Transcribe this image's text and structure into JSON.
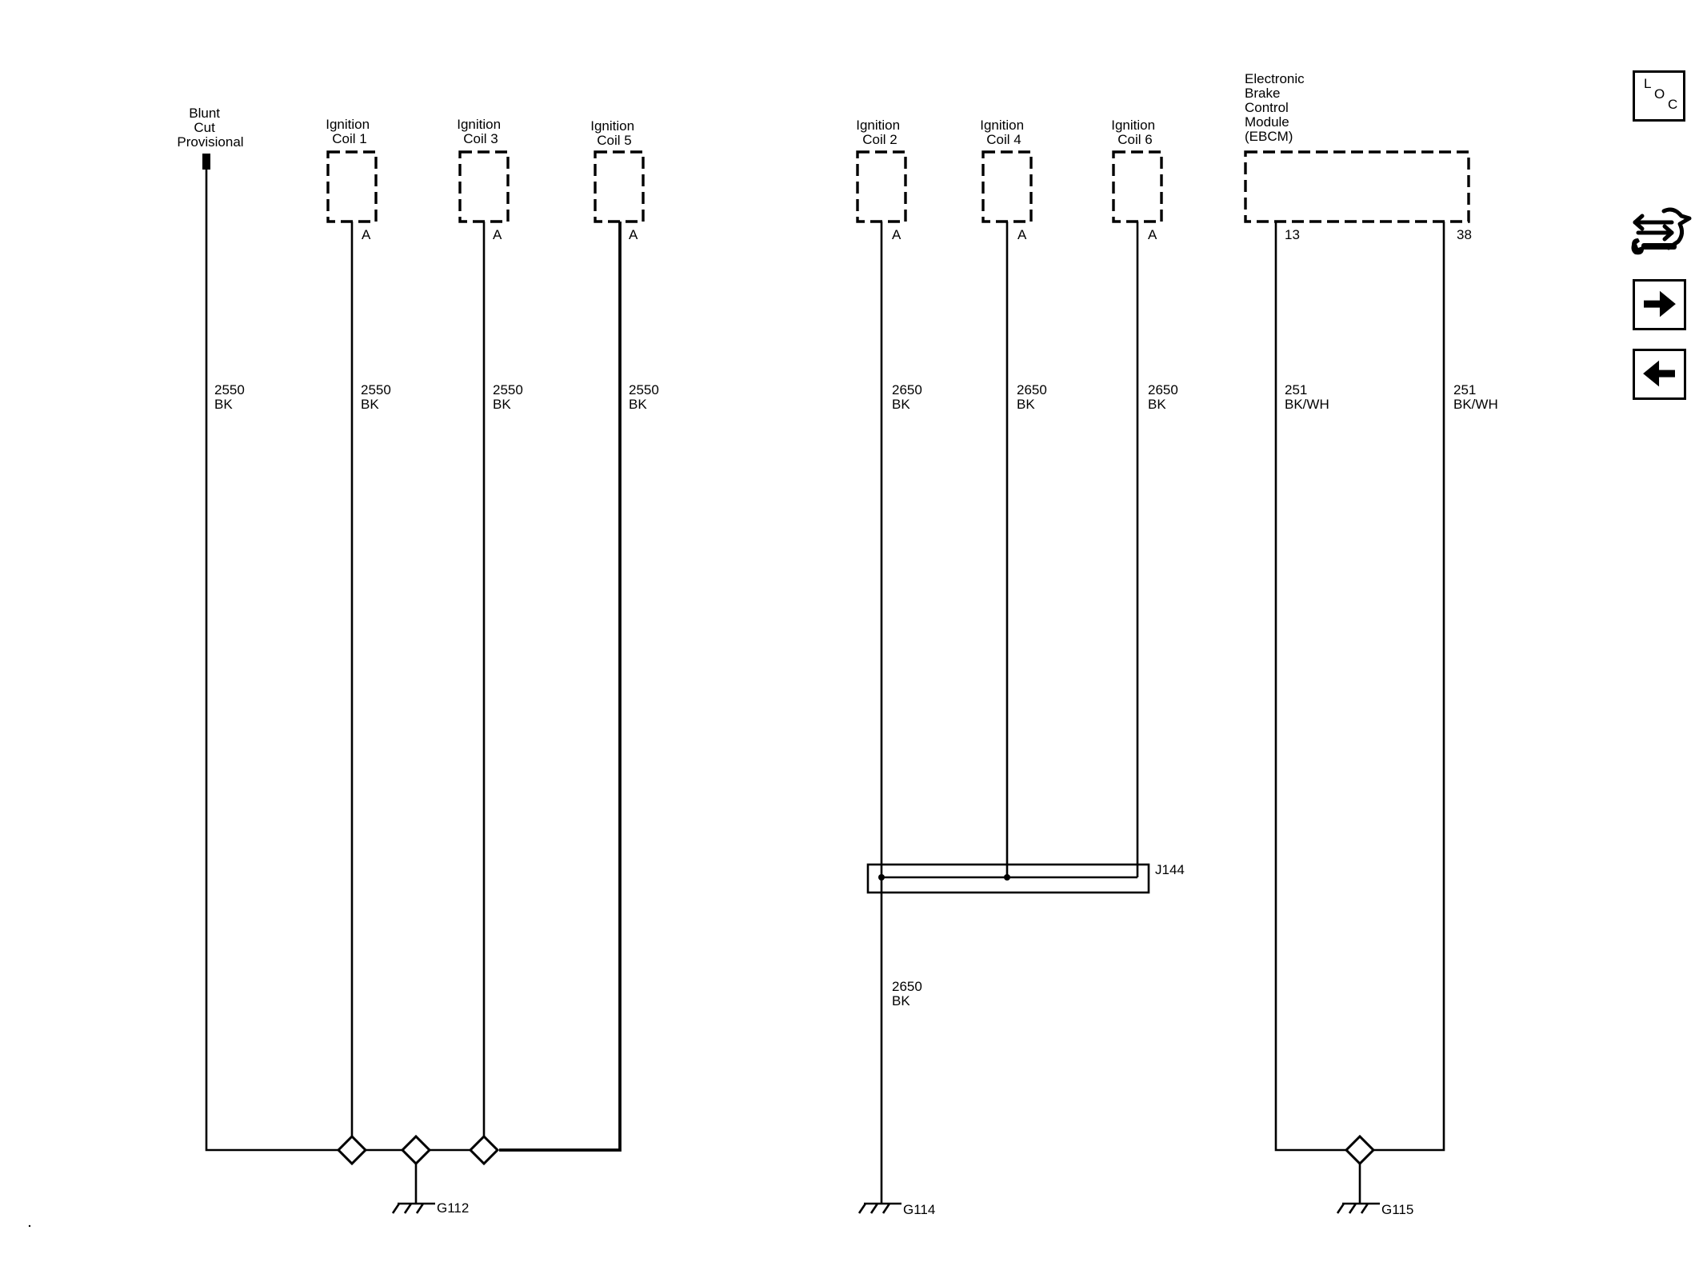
{
  "components": {
    "blunt_cut": [
      "Blunt",
      "Cut",
      "Provisional"
    ],
    "coil1": [
      "Ignition",
      "Coil 1"
    ],
    "coil3": [
      "Ignition",
      "Coil 3"
    ],
    "coil5": [
      "Ignition",
      "Coil 5"
    ],
    "coil2": [
      "Ignition",
      "Coil 2"
    ],
    "coil4": [
      "Ignition",
      "Coil 4"
    ],
    "coil6": [
      "Ignition",
      "Coil 6"
    ],
    "ebcm": [
      "Electronic",
      "Brake",
      "Control",
      "Module",
      "(EBCM)"
    ]
  },
  "pins": {
    "coil1": "A",
    "coil3": "A",
    "coil5": "A",
    "coil2": "A",
    "coil4": "A",
    "coil6": "A",
    "ebcm_13": "13",
    "ebcm_38": "38"
  },
  "wires": {
    "blunt": [
      "2550",
      "BK"
    ],
    "coil1": [
      "2550",
      "BK"
    ],
    "coil3": [
      "2550",
      "BK"
    ],
    "coil5": [
      "2550",
      "BK"
    ],
    "coil2": [
      "2650",
      "BK"
    ],
    "coil4": [
      "2650",
      "BK"
    ],
    "coil6": [
      "2650",
      "BK"
    ],
    "j144_out": [
      "2650",
      "BK"
    ],
    "ebcm_13": [
      "251",
      "BK/WH"
    ],
    "ebcm_38": [
      "251",
      "BK/WH"
    ]
  },
  "splice": {
    "label": "J144"
  },
  "grounds": {
    "g112": "G112",
    "g114": "G114",
    "g115": "G115"
  },
  "nav": {
    "loc": {
      "letters": [
        "L",
        "O",
        "C"
      ],
      "icon": "location-icon"
    },
    "tools": {
      "icon": "tools-icon"
    },
    "forward": {
      "icon": "arrow-right-icon"
    },
    "back": {
      "icon": "arrow-left-icon"
    }
  }
}
